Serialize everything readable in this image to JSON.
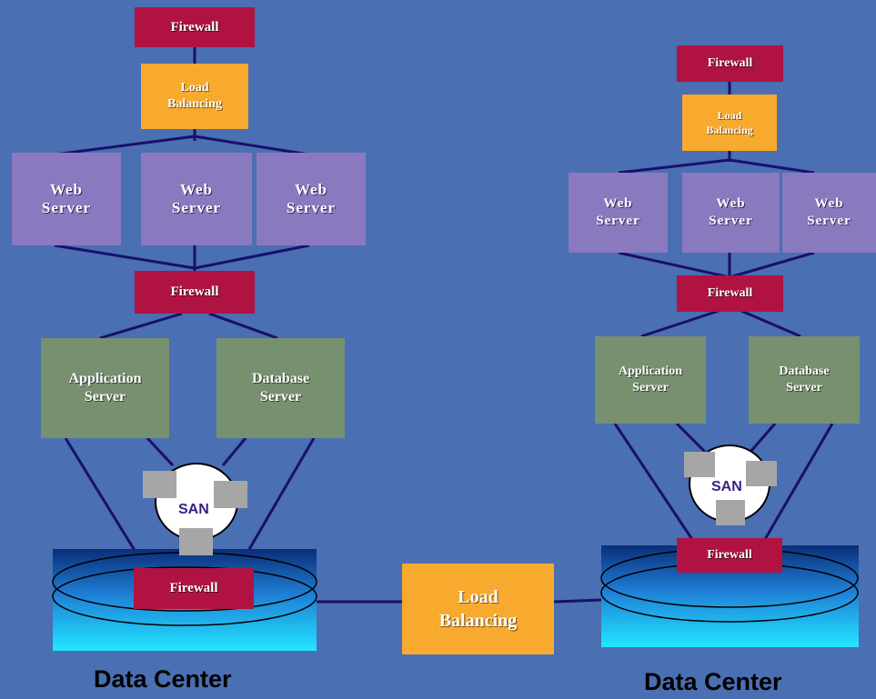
{
  "left": {
    "firewall_top": "Firewall",
    "load_balancing": "Load\nBalancing",
    "web_servers": [
      "Web\nServer",
      "Web\nServer",
      "Web\nServer"
    ],
    "firewall_mid": "Firewall",
    "application_server": "Application\nServer",
    "database_server": "Database\nServer",
    "san": "SAN",
    "firewall_bottom": "Firewall",
    "data_center": "Data Center"
  },
  "right": {
    "firewall_top": "Firewall",
    "load_balancing": "Load\nBalancing",
    "web_servers": [
      "Web\nServer",
      "Web\nServer",
      "Web\nServer"
    ],
    "firewall_mid": "Firewall",
    "application_server": "Application\nServer",
    "database_server": "Database\nServer",
    "san": "SAN",
    "firewall_bottom": "Firewall",
    "data_center": "Data Center"
  },
  "center": {
    "load_balancing": "Load\nBalancing"
  },
  "colors": {
    "background": "#4a6fb2",
    "firewall": "#b01342",
    "load_balancing": "#f7aa2e",
    "web_server": "#8a79bf",
    "server": "#77906f",
    "connector": "#1a0f6b",
    "san_device": "#a6a6a6"
  }
}
